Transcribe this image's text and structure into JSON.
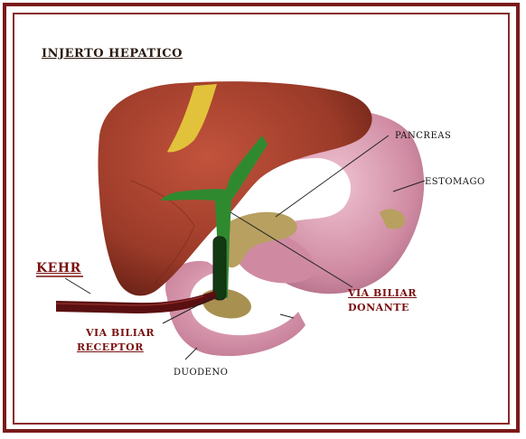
{
  "title": "INJERTO HEPATICO",
  "labels": {
    "pancreas": "PANCREAS",
    "estomago": "ESTOMAGO",
    "kehr": "KEHR",
    "via_biliar_donante_line1": "VIA BILIAR",
    "via_biliar_donante_line2": "DONANTE",
    "via_biliar_receptor_line1": "VIA BILIAR",
    "via_biliar_receptor_line2": "RECEPTOR",
    "duodeno": "DUODENO"
  },
  "colors": {
    "frame": "#7a1a1a",
    "liver": "#a8402e",
    "liver_dark": "#7e2a1c",
    "gallbladder": "#e2c23a",
    "stomach": "#d89ab0",
    "duodenum": "#d88fa5",
    "pancreas": "#b8a060",
    "bile_duct": "#2f8a2f",
    "kehr_tube": "#5a1010"
  }
}
